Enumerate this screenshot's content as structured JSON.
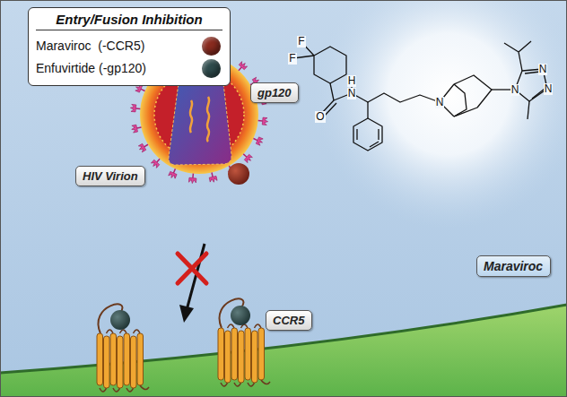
{
  "diagram": {
    "title": "Entry/Fusion Inhibition",
    "nodes": [
      {
        "text": [
          "HIV Virion"
        ]
      },
      {
        "text": [
          "gp120"
        ]
      },
      {
        "text": [
          "CCR5"
        ]
      },
      {
        "text": [
          "Maraviroc"
        ]
      }
    ],
    "labels": [
      "F",
      "F",
      "H",
      "N",
      "O",
      "N",
      "N",
      "N",
      "N"
    ],
    "legend": [
      {
        "text": "Maraviroc  (-CCR5)",
        "color": "#8a2b1f"
      },
      {
        "text": "Enfuvirtide (-gp120)",
        "color": "#2e4b4c"
      }
    ]
  }
}
